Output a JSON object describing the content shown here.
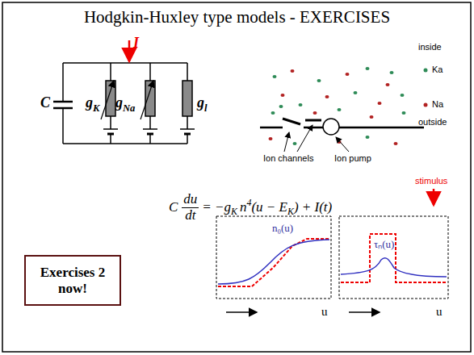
{
  "diagram": {
    "title": "Hodgkin-Huxley type models - EXERCISES",
    "nodes": [
      {
        "text": [
          "Exercises 2 now!"
        ]
      }
    ],
    "labels": [
      "I",
      "C",
      "g",
      "K",
      "g",
      "Na",
      "g",
      "l",
      "inside",
      "Ka",
      "Na",
      "outside",
      "Ion channels",
      "Ion pump",
      "stimulus",
      "C",
      "du",
      "dt",
      "= −g",
      "K",
      "n",
      "4",
      "(u − E",
      "K",
      ") + I(t)",
      "n₀(u)",
      "τₙ(u)",
      "u",
      "u"
    ]
  }
}
